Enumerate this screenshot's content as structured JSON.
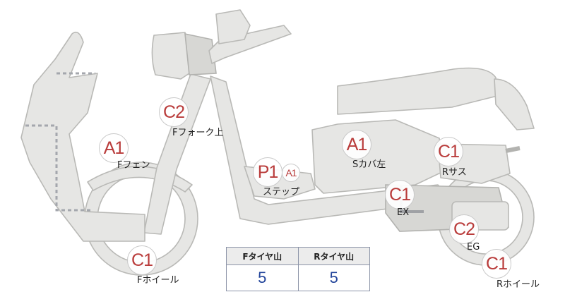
{
  "markers": [
    {
      "id": "c2-fork",
      "code": "C2",
      "label": "Fフォーク上"
    },
    {
      "id": "a1-fender",
      "code": "A1",
      "label": "Fフェン"
    },
    {
      "id": "p1-step",
      "code": "P1",
      "label": "ステップ"
    },
    {
      "id": "a1-step",
      "code": "A1",
      "label": ""
    },
    {
      "id": "a1-cover",
      "code": "A1",
      "label": "Sカバ左"
    },
    {
      "id": "c1-rsus",
      "code": "C1",
      "label": "Rサス"
    },
    {
      "id": "c1-ex",
      "code": "C1",
      "label": "EX"
    },
    {
      "id": "c2-eg",
      "code": "C2",
      "label": "EG"
    },
    {
      "id": "c1-fwheel",
      "code": "C1",
      "label": "Fホイール"
    },
    {
      "id": "c1-rwheel",
      "code": "C1",
      "label": "Rホイール"
    }
  ],
  "tread_table": {
    "headers": [
      "Fタイヤ山",
      "Rタイヤ山"
    ],
    "values": [
      "5",
      "5"
    ]
  }
}
